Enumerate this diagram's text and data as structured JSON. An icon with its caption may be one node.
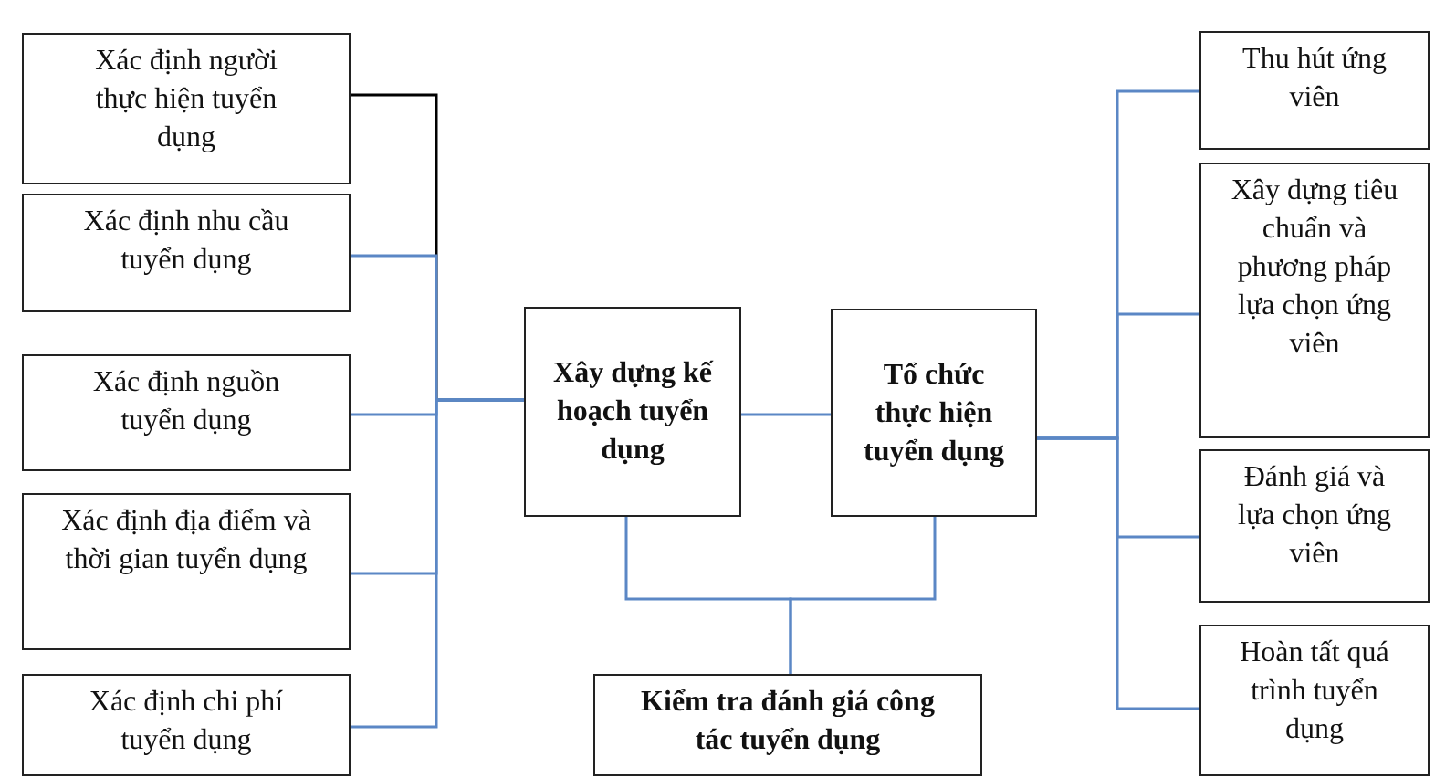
{
  "diagram": {
    "nodes": [
      {
        "text": [
          "Xác định người thực hiện tuyển dụng"
        ]
      },
      {
        "text": [
          "Xác định nhu cầu tuyển dụng"
        ]
      },
      {
        "text": [
          "Xác định nguồn tuyển dụng"
        ]
      },
      {
        "text": [
          "Xác định địa điểm và thời gian tuyển dụng"
        ]
      },
      {
        "text": [
          "Xác định chi phí tuyển dụng"
        ]
      },
      {
        "text": [
          "Xây dựng kế hoạch tuyển dụng"
        ]
      },
      {
        "text": [
          "Tổ chức thực hiện tuyển dụng"
        ]
      },
      {
        "text": [
          "Kiểm tra đánh giá công tác tuyển dụng"
        ]
      },
      {
        "text": [
          "Thu hút ứng viên"
        ]
      },
      {
        "text": [
          "Xây dựng tiêu chuẩn và phương pháp lựa chọn ứng viên"
        ]
      },
      {
        "text": [
          "Đánh giá và lựa chọn ứng viên"
        ]
      },
      {
        "text": [
          "Hoàn tất quá trình tuyển dụng"
        ]
      }
    ],
    "edges": [
      {
        "from": 0,
        "to": 5,
        "arrow": "none",
        "color": "#000000"
      },
      {
        "from": 1,
        "to": 5,
        "arrow": "none"
      },
      {
        "from": 2,
        "to": 5,
        "arrow": "none"
      },
      {
        "from": 3,
        "to": 5,
        "arrow": "none"
      },
      {
        "from": 4,
        "to": 5,
        "arrow": "none"
      },
      {
        "from": 5,
        "to": 6,
        "arrow": "none"
      },
      {
        "from": 6,
        "to": 8,
        "arrow": "none"
      },
      {
        "from": 6,
        "to": 9,
        "arrow": "none"
      },
      {
        "from": 6,
        "to": 10,
        "arrow": "none"
      },
      {
        "from": 6,
        "to": 11,
        "arrow": "none"
      },
      {
        "from": 5,
        "to": 7,
        "arrow": "none"
      },
      {
        "from": 6,
        "to": 7,
        "arrow": "none"
      }
    ]
  }
}
